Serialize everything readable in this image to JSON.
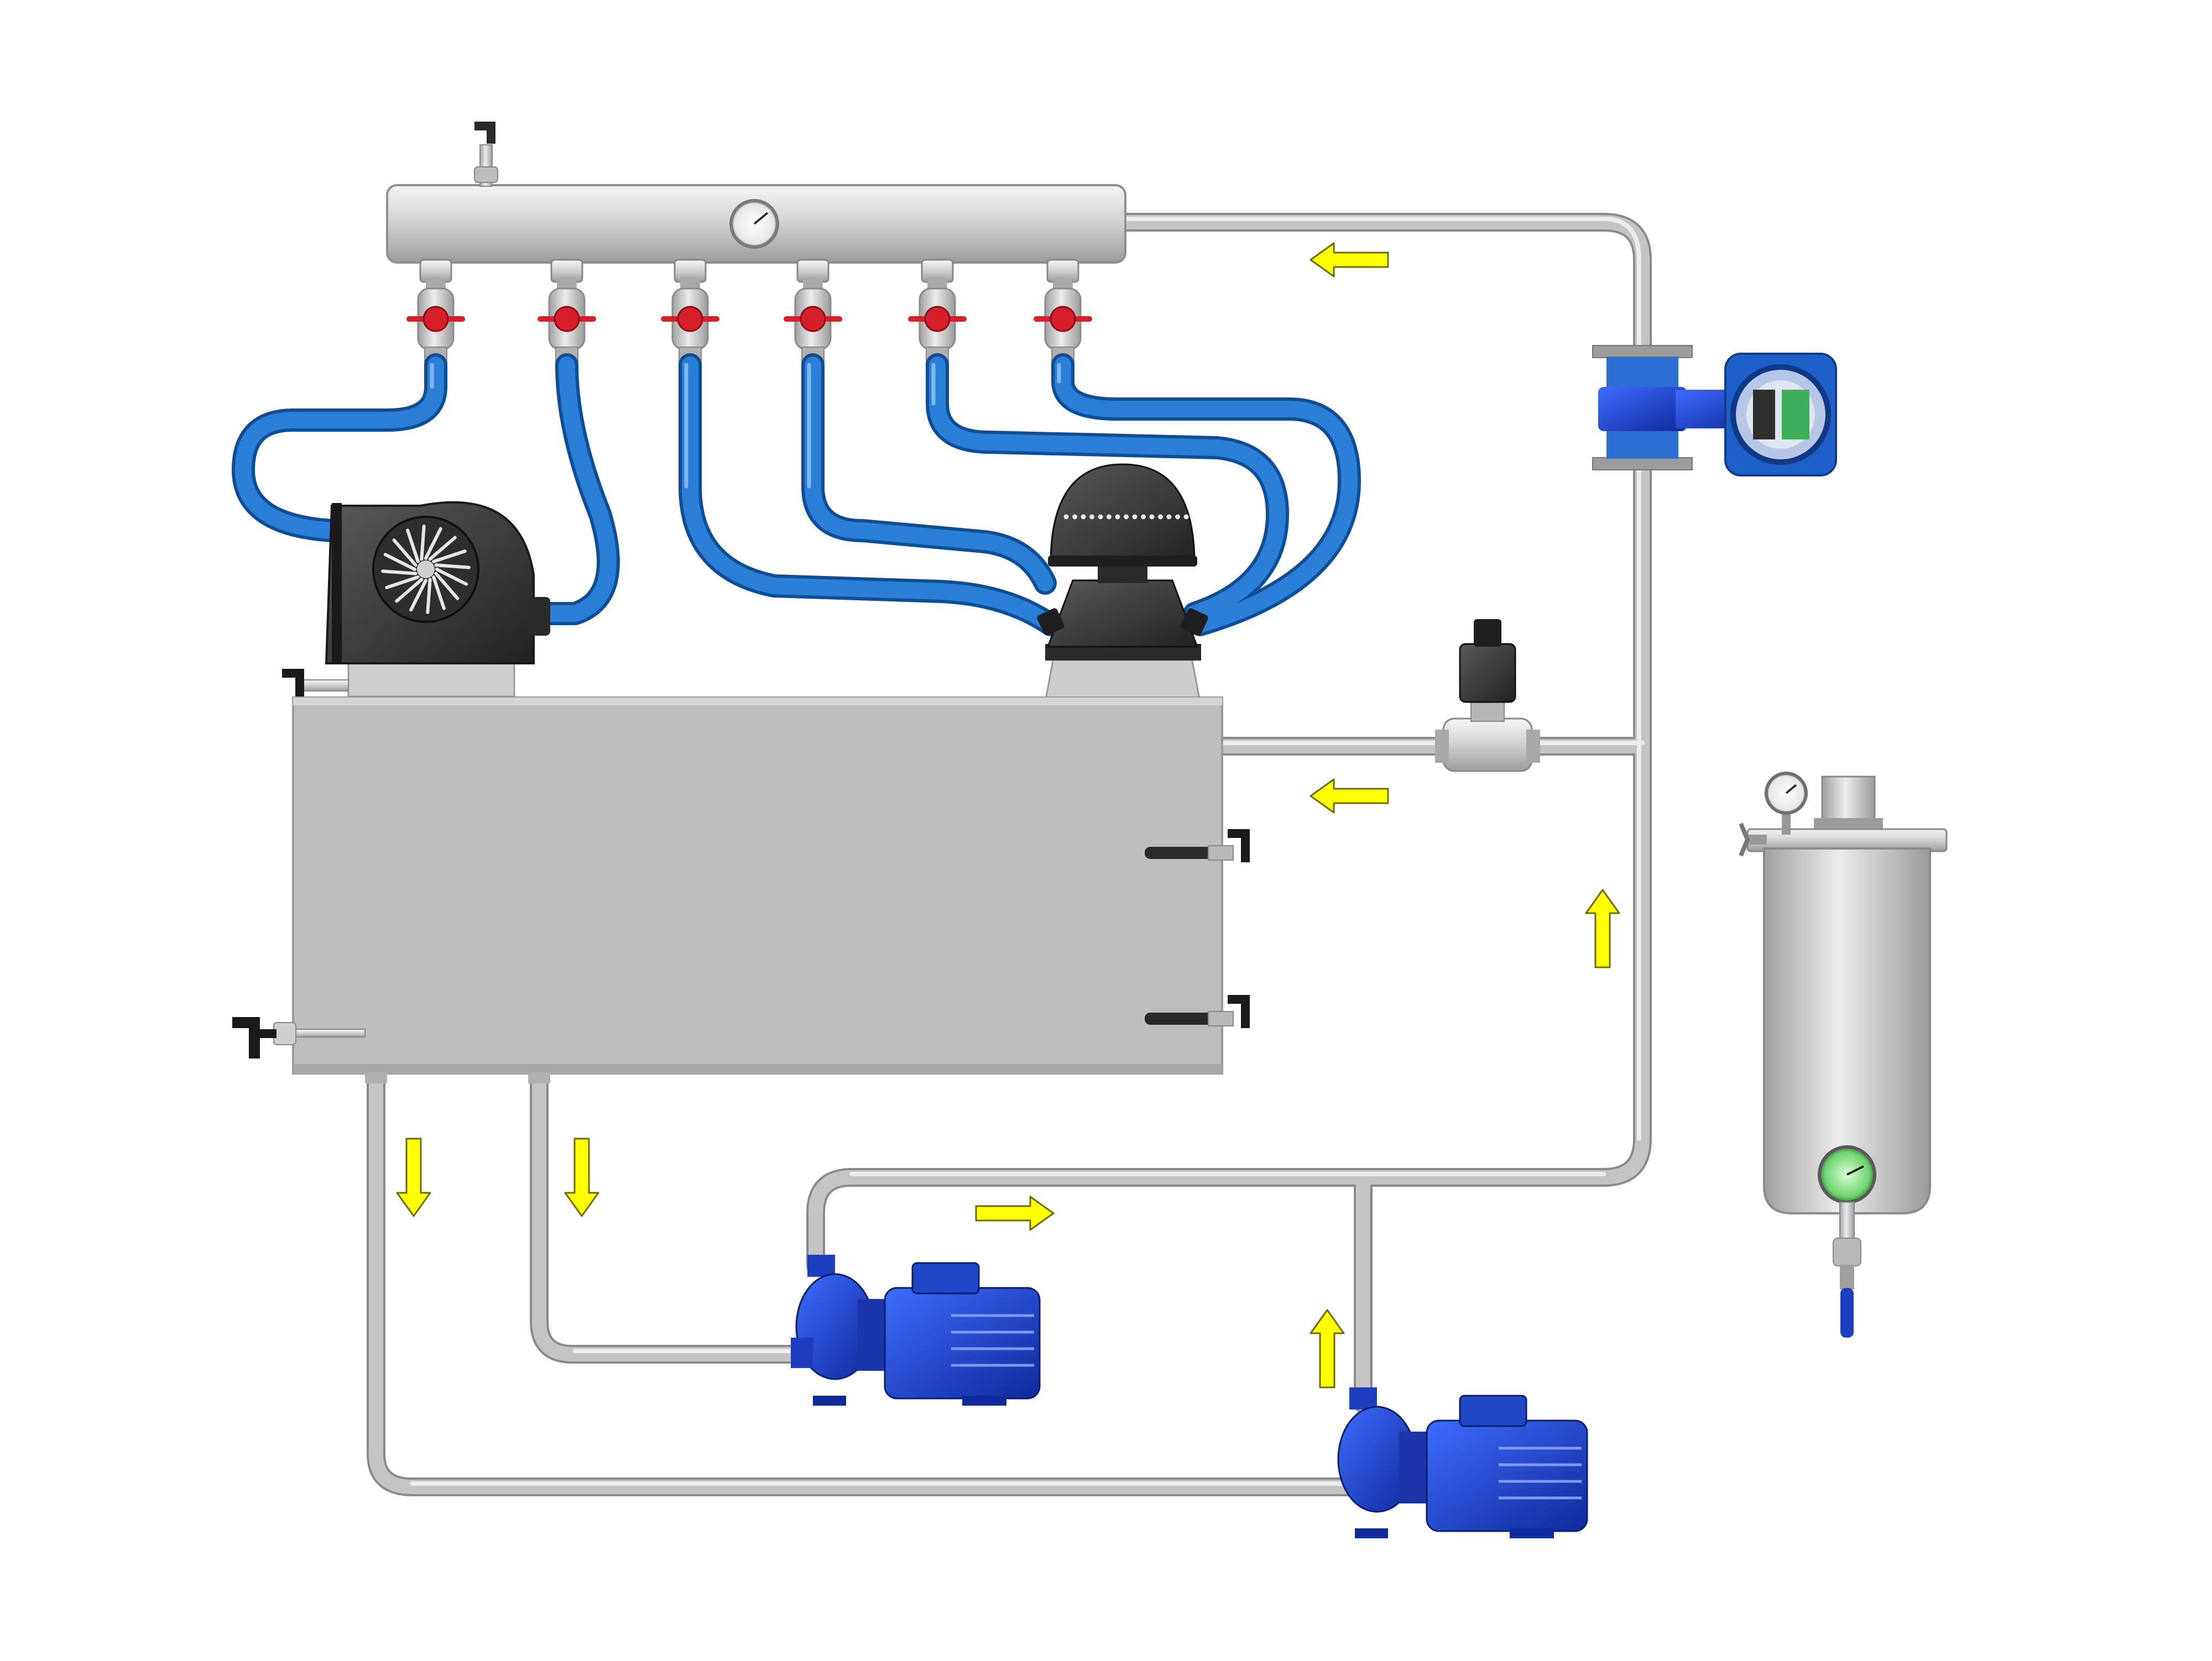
{
  "diagram": {
    "components": [
      {
        "id": "manifold",
        "icon": "distribution-manifold"
      },
      {
        "id": "manifold-gauge",
        "icon": "pressure-gauge-icon"
      },
      {
        "id": "manifold-top-valve",
        "icon": "vent-valve-icon"
      },
      {
        "id": "ball-valves",
        "icon": "ball-valve-icon",
        "count": 6
      },
      {
        "id": "blue-hoses",
        "icon": "flexible-hose",
        "count": 6
      },
      {
        "id": "rotary-spray-unit",
        "icon": "turbine-icon"
      },
      {
        "id": "dome-spray-head",
        "icon": "spray-head-icon"
      },
      {
        "id": "tank",
        "icon": "stainless-tank"
      },
      {
        "id": "tank-side-valves",
        "icon": "drain-valve-icon",
        "count": 3
      },
      {
        "id": "solenoid-valve",
        "icon": "solenoid-valve-icon"
      },
      {
        "id": "flow-meter",
        "icon": "flow-meter-icon"
      },
      {
        "id": "pump-1",
        "icon": "centrifugal-pump-icon"
      },
      {
        "id": "pump-2",
        "icon": "centrifugal-pump-icon"
      },
      {
        "id": "filter-vessel",
        "icon": "filter-housing-icon"
      }
    ],
    "colors": {
      "pipe": "#b9b9b9",
      "hose": "#1f72c4",
      "tank": "#bfbfbf",
      "arrow": "#ffff00",
      "pump": "#1d3fbf",
      "valve_handle": "#d71f2a",
      "dark_unit": "#3a3a3a",
      "meter_display": "#3fae5a"
    },
    "arrows": [
      {
        "direction": "left"
      },
      {
        "direction": "left"
      },
      {
        "direction": "up"
      },
      {
        "direction": "down"
      },
      {
        "direction": "down"
      },
      {
        "direction": "right"
      },
      {
        "direction": "up"
      }
    ]
  }
}
